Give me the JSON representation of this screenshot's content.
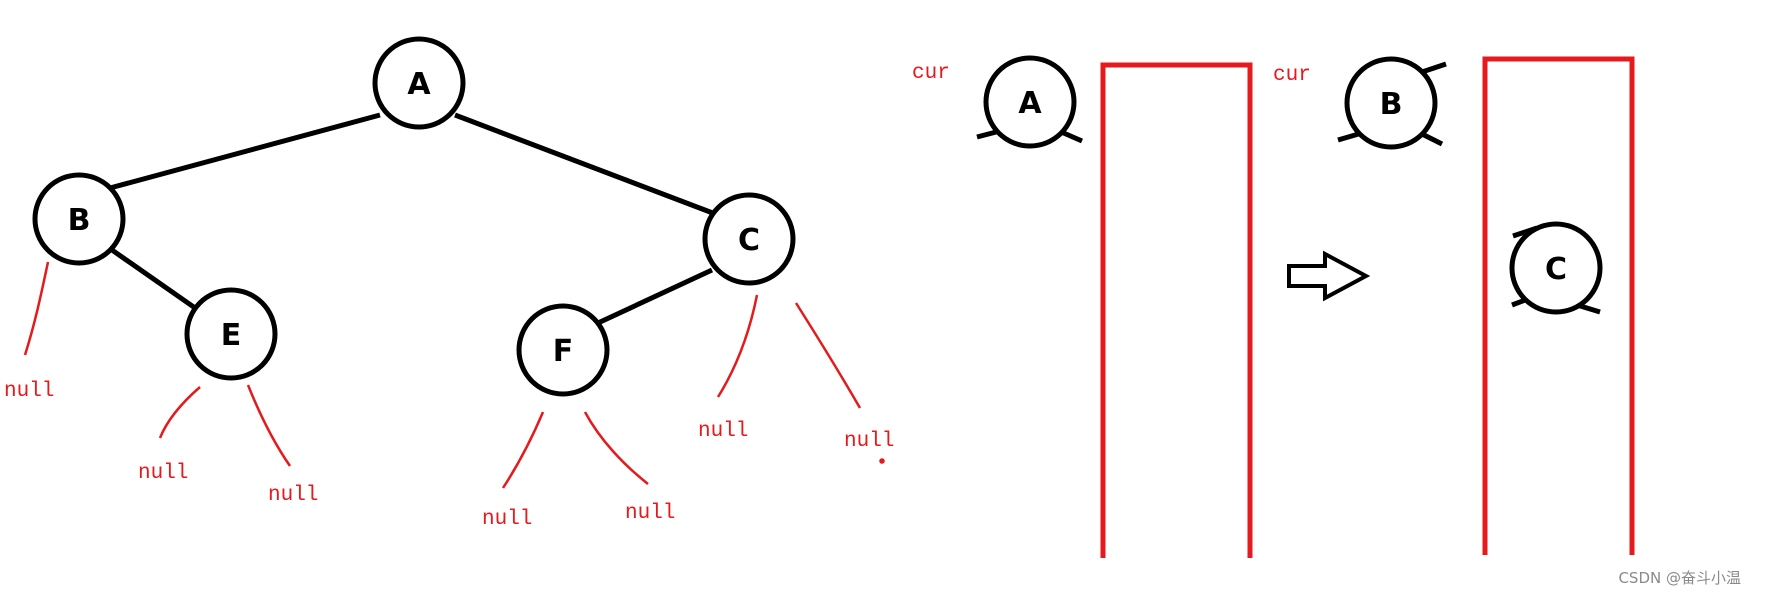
{
  "nodes": {
    "A": "A",
    "B": "B",
    "C": "C",
    "E": "E",
    "F": "F"
  },
  "null_label": "null",
  "cur_label": "cur",
  "colors": {
    "accent": "#e41a1c",
    "ink": "#000000"
  },
  "watermark": "CSDN @奋斗小温"
}
